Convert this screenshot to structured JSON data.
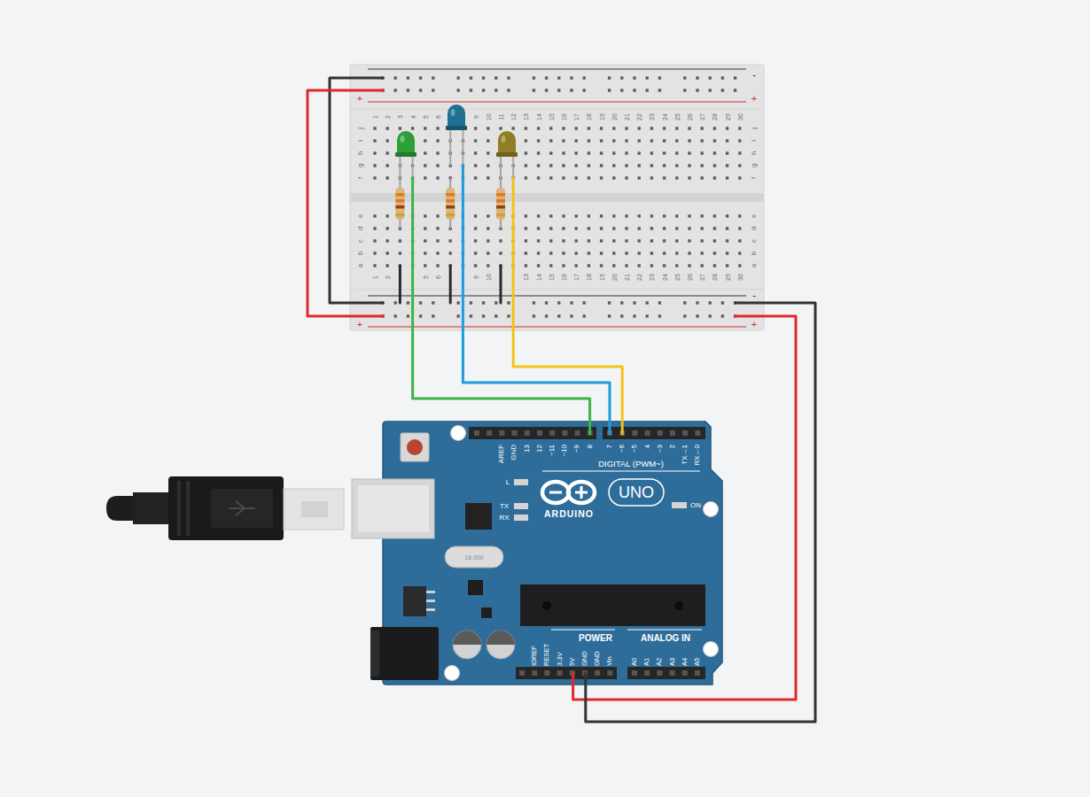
{
  "diagram": {
    "labels": [
      "-",
      "+",
      "+",
      "1",
      "2",
      "3",
      "4",
      "5",
      "6",
      "9",
      "10",
      "11",
      "12",
      "13",
      "14",
      "15",
      "16",
      "17",
      "18",
      "19",
      "20",
      "21",
      "22",
      "23",
      "24",
      "25",
      "26",
      "27",
      "28",
      "29",
      "30",
      "j",
      "i",
      "h",
      "g",
      "f",
      "e",
      "d",
      "c",
      "b",
      "a",
      "j",
      "i",
      "h",
      "g",
      "f",
      "e",
      "d",
      "c",
      "b",
      "a",
      "1",
      "2",
      "5",
      "6",
      "9",
      "10",
      "13",
      "14",
      "15",
      "16",
      "17",
      "18",
      "19",
      "20",
      "21",
      "22",
      "23",
      "24",
      "25",
      "26",
      "27",
      "28",
      "29",
      "30",
      "+",
      "-",
      "+",
      "AREF",
      "GND",
      "13",
      "12",
      "~11",
      "~10",
      "~9",
      "8",
      "7",
      "~6",
      "~5",
      "4",
      "~3",
      "2",
      "TX→1",
      "RX←0",
      "DIGITAL (PWM~)",
      "L",
      "TX",
      "RX",
      "ARDUINO",
      "UNO",
      "ON",
      "16.000",
      "POWER",
      "ANALOG IN",
      "IOREF",
      "RESET",
      "3.3V",
      "5V",
      "GND",
      "GND",
      "Vin",
      "A0",
      "A1",
      "A2",
      "A3",
      "A4",
      "A5"
    ]
  }
}
